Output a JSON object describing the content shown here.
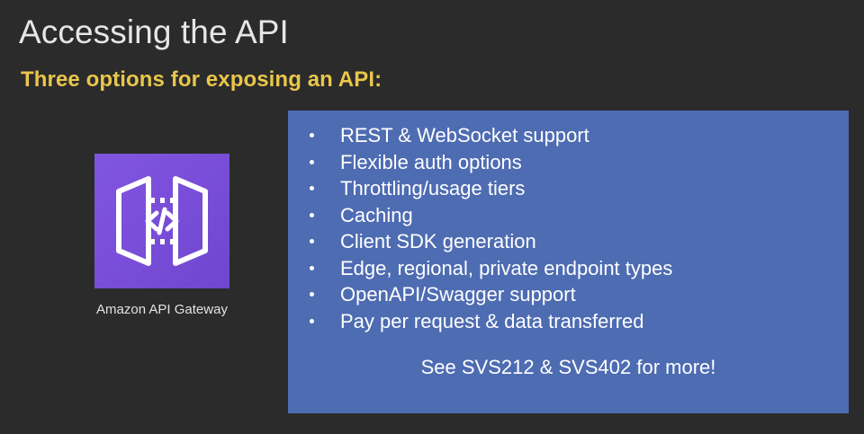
{
  "slide": {
    "title": "Accessing the API",
    "subtitle": "Three options for exposing an API:",
    "background_color": "#2b2b2b",
    "title_color": "#e6e6e6",
    "subtitle_color": "#e9c64a"
  },
  "service": {
    "icon_name": "amazon-api-gateway-icon",
    "caption": "Amazon API Gateway",
    "icon_color": "#7a4ed9"
  },
  "panel": {
    "background_color": "#4e6cb2",
    "text_color": "#ffffff",
    "bullets": [
      "REST & WebSocket support",
      "Flexible auth options",
      "Throttling/usage tiers",
      "Caching",
      "Client SDK generation",
      "Edge, regional, private endpoint types",
      "OpenAPI/Swagger support",
      "Pay per request & data transferred"
    ],
    "footnote": "See SVS212 & SVS402 for more!"
  }
}
